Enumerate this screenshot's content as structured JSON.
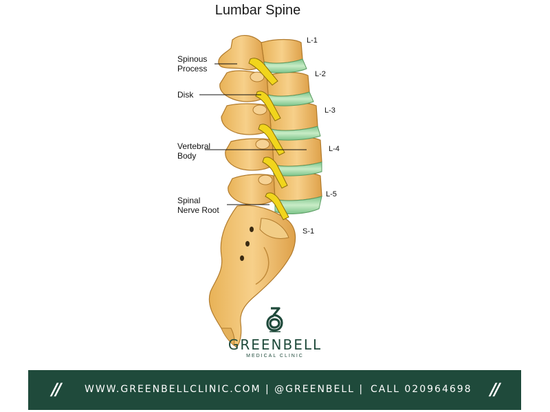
{
  "title": "Lumbar Spine",
  "labels": {
    "spinous_line1": "Spinous",
    "spinous_line2": "Process",
    "disk": "Disk",
    "vertebral_line1": "Vertebral",
    "vertebral_line2": "Body",
    "nerve_line1": "Spinal",
    "nerve_line2": "Nerve Root"
  },
  "levels": [
    "L-1",
    "L-2",
    "L-3",
    "L-4",
    "L-5",
    "S-1"
  ],
  "logo": {
    "name": "GREENBELL",
    "tagline": "MEDICAL CLINIC",
    "color": "#1f4a3b"
  },
  "footer": {
    "slash_left": "//",
    "website": "WWW.GREENBELLCLINIC.COM | @GREENBELL |",
    "call": "CALL 020964698",
    "slash_right": "//",
    "background": "#1f4a3b"
  },
  "colors": {
    "bone": "#f5c86e",
    "bone_shadow": "#d9a042",
    "disk": "#9fd6a4",
    "nerve": "#f1d51c"
  }
}
